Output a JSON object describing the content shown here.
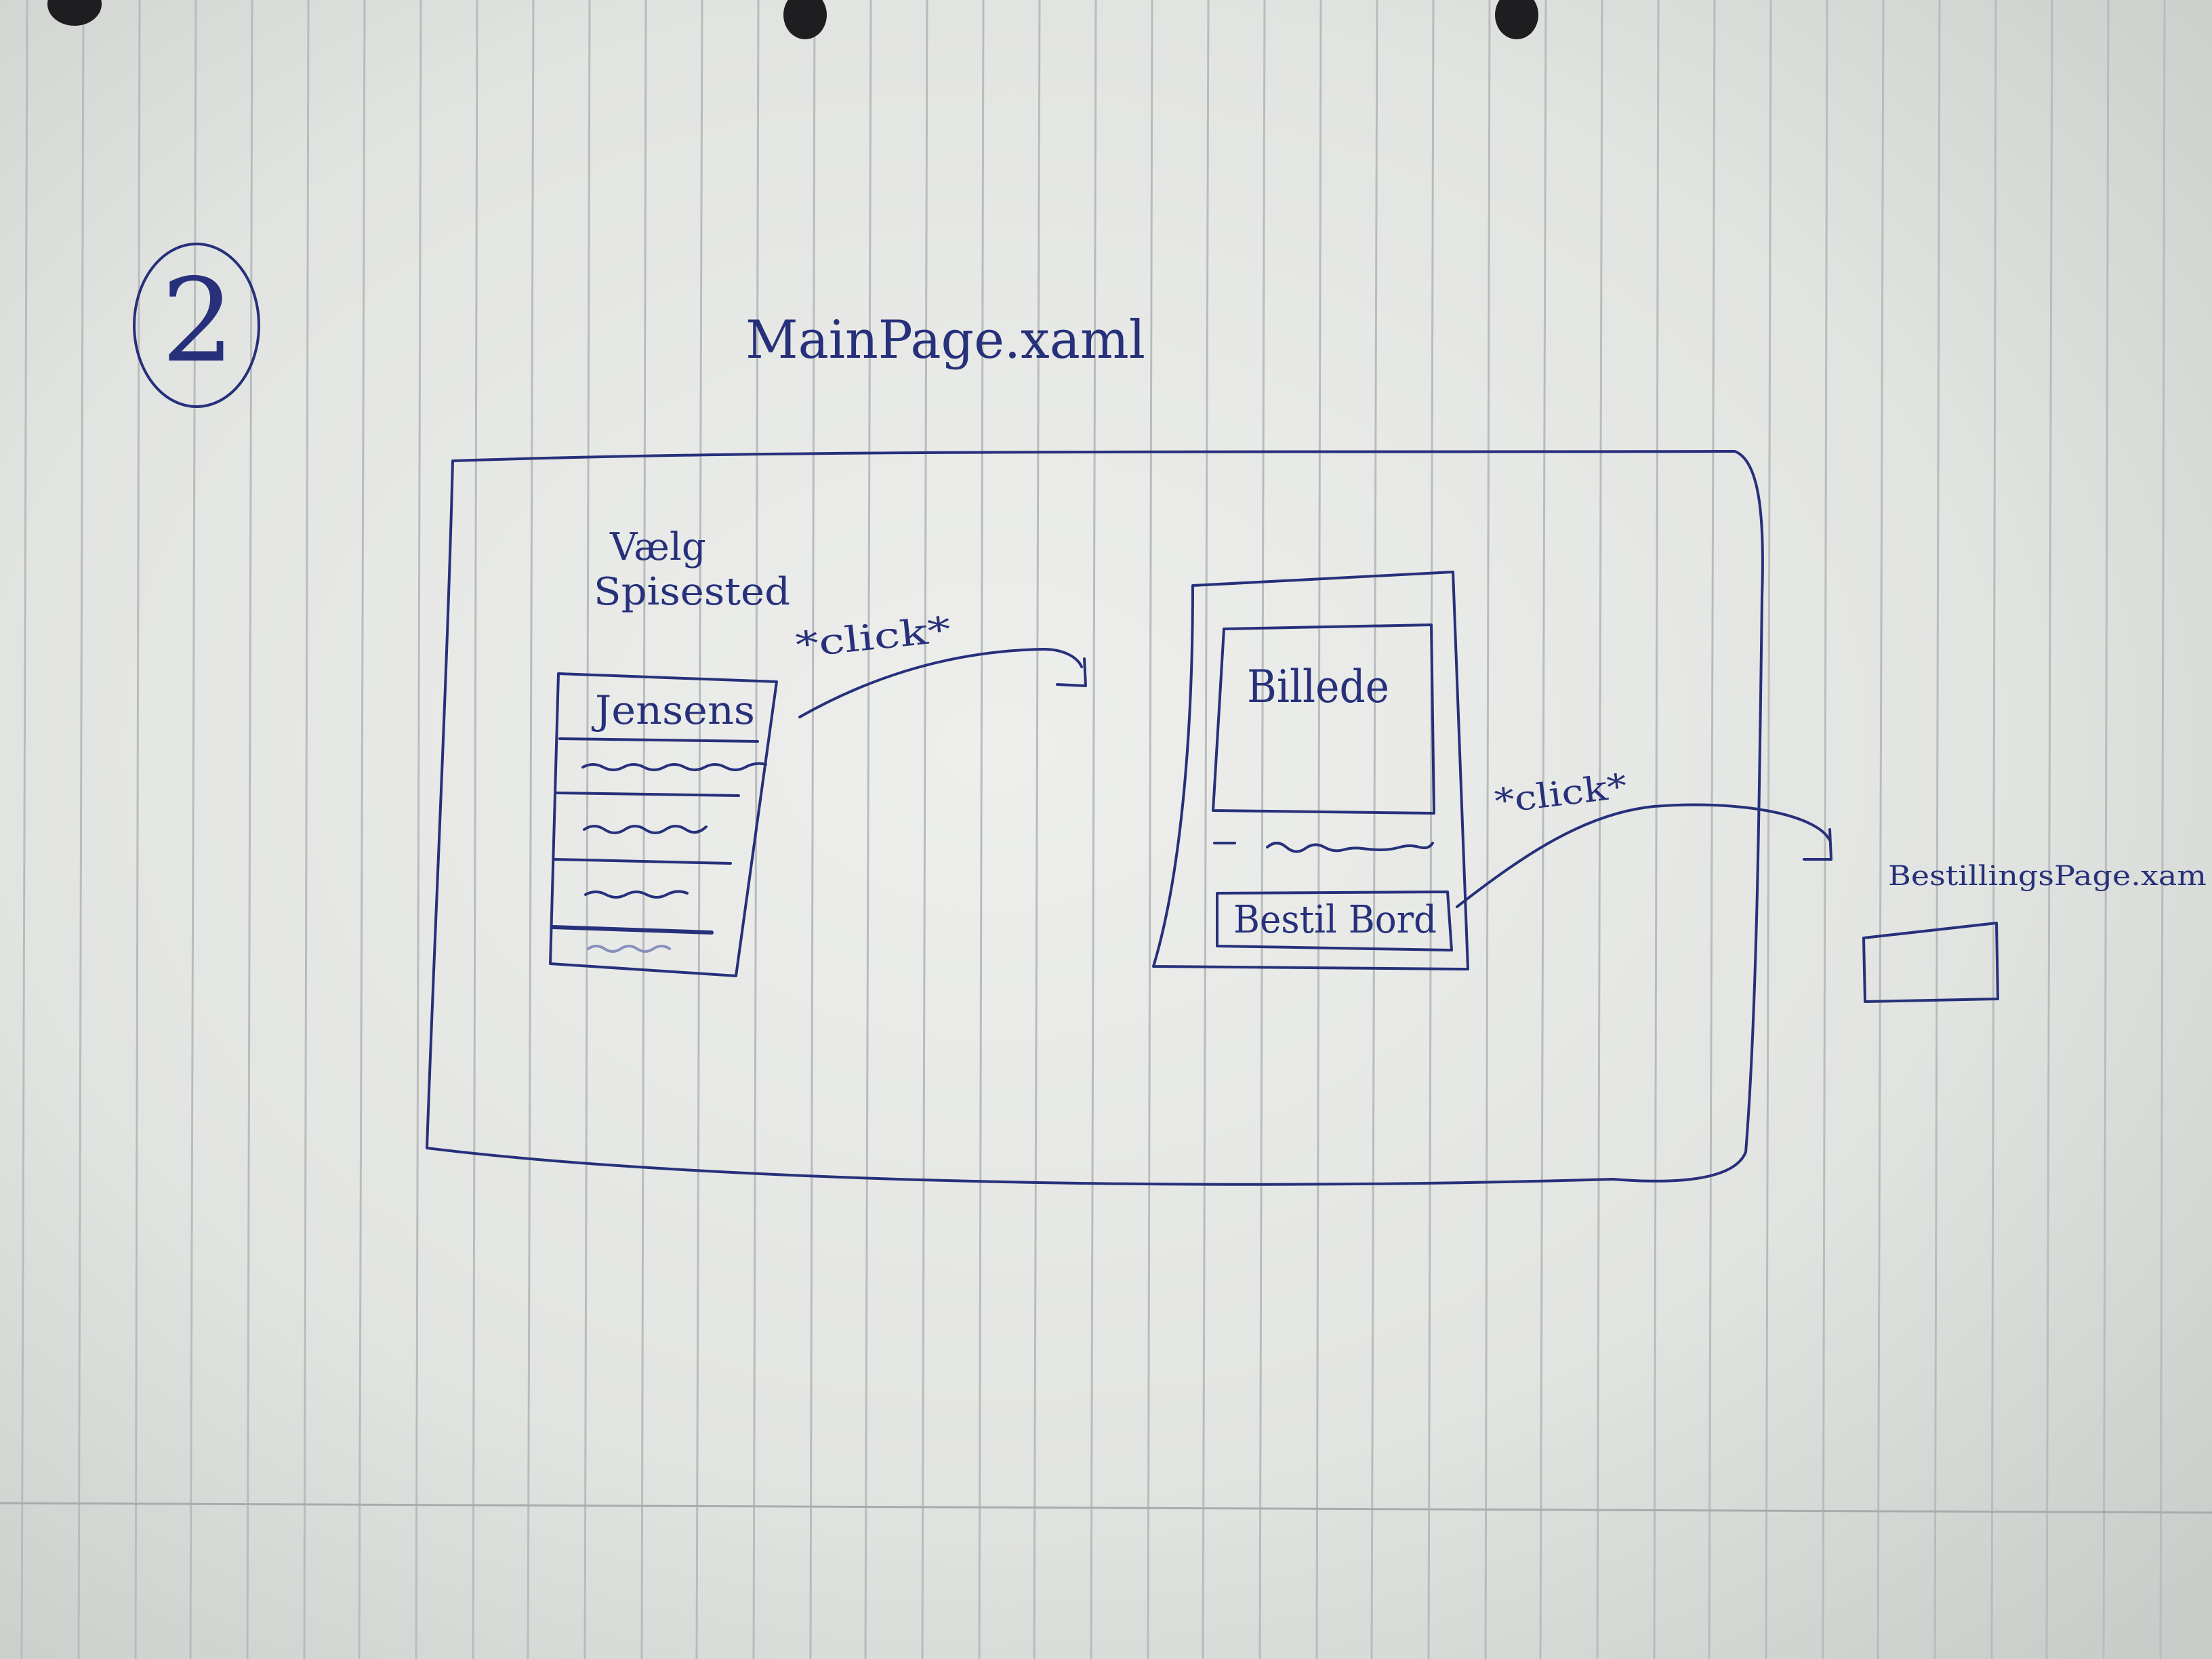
{
  "page_number": "2",
  "main_page": {
    "title": "MainPage.xaml",
    "list_heading_line1": "Vælg",
    "list_heading_line2": "Spisested",
    "list_header": "Jensens",
    "list_row_count": 4
  },
  "detail_panel": {
    "image_label": "Billede",
    "book_button_label": "Bestil Bord"
  },
  "annotations": {
    "click_1": "*click*",
    "click_2": "*click*"
  },
  "target_page": {
    "title": "BestillingsPage.xam"
  },
  "colors": {
    "ink": "#27307a",
    "paper": "#e4e6e3",
    "rule_line": "#b9bcbc",
    "hole": "#1e1e20"
  }
}
